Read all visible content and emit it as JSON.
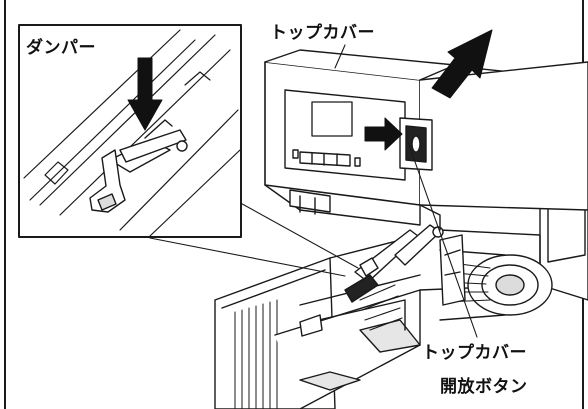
{
  "labels": {
    "damper": "ダンパー",
    "top_cover": "トップカバー",
    "release_line1": "トップカバー",
    "release_line2": "開放ボタン"
  },
  "colors": {
    "line": "#1a1a1a",
    "fill": "#ffffff",
    "gray": "#cfcfcf",
    "dark": "#222222"
  },
  "icons": [
    "push-down-arrow-icon",
    "press-arrow-icon",
    "lift-arrow-icon"
  ]
}
